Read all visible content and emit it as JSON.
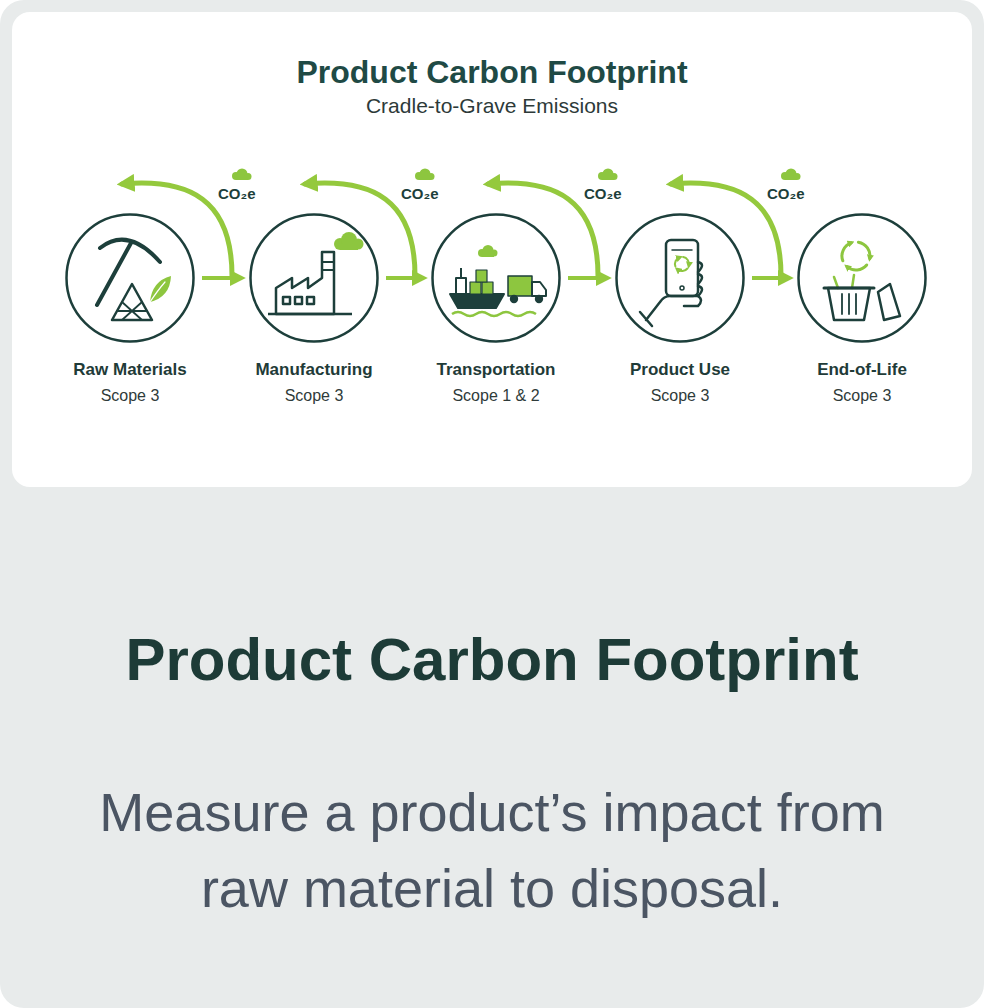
{
  "diagram": {
    "title": "Product Carbon Footprint",
    "caption": "Measure a product’s impact from raw material to disposal.",
    "nodes": [
      {
        "text": [
          "Raw Materials",
          "Scope 3"
        ]
      },
      {
        "text": [
          "Manufacturing",
          "Scope 3"
        ]
      },
      {
        "text": [
          "Transportation",
          "Scope 1 & 2"
        ]
      },
      {
        "text": [
          "Product Use",
          "Scope 3"
        ]
      },
      {
        "text": [
          "End-of-Life",
          "Scope 3"
        ]
      }
    ],
    "edges": [
      {
        "from": 0,
        "to": 1,
        "arrow": "to"
      },
      {
        "from": 1,
        "to": 2,
        "arrow": "to"
      },
      {
        "from": 2,
        "to": 3,
        "arrow": "to"
      },
      {
        "from": 3,
        "to": 4,
        "arrow": "to"
      }
    ],
    "labels": [
      "Cradle-to-Grave Emissions",
      "CO₂e",
      "CO₂e",
      "CO₂e",
      "CO₂e",
      "Product Carbon Footprint"
    ]
  }
}
